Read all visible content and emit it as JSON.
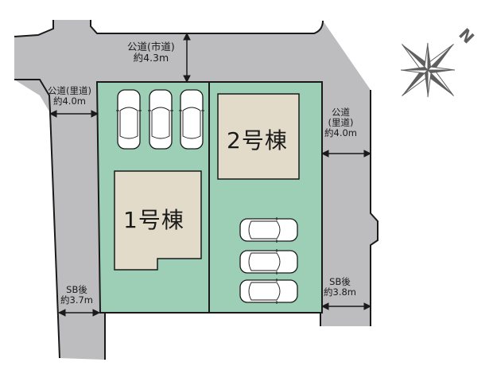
{
  "colors": {
    "road": "#bdbdbf",
    "lot": "#9ccfb5",
    "house": "#e3dbca",
    "outline": "#1a1a1a",
    "compass": "#5f5f5f"
  },
  "roads": {
    "top": {
      "line1": "公道(市道)",
      "line2": "約4.3m"
    },
    "left_top": {
      "line1": "公道(里道)",
      "line2": "約4.0m"
    },
    "right_top": {
      "line1": "公道",
      "line2": "(里道)",
      "line3": "約4.0m"
    },
    "left_bottom": {
      "line1": "SB後",
      "line2": "約3.7m"
    },
    "right_bottom": {
      "line1": "SB後",
      "line2": "約3.8m"
    }
  },
  "buildings": [
    {
      "label": "1号棟"
    },
    {
      "label": "2号棟"
    }
  ],
  "parking": {
    "lot1_cars": 3,
    "lot2_cars": 3
  },
  "compass": {
    "north_label": "N"
  }
}
